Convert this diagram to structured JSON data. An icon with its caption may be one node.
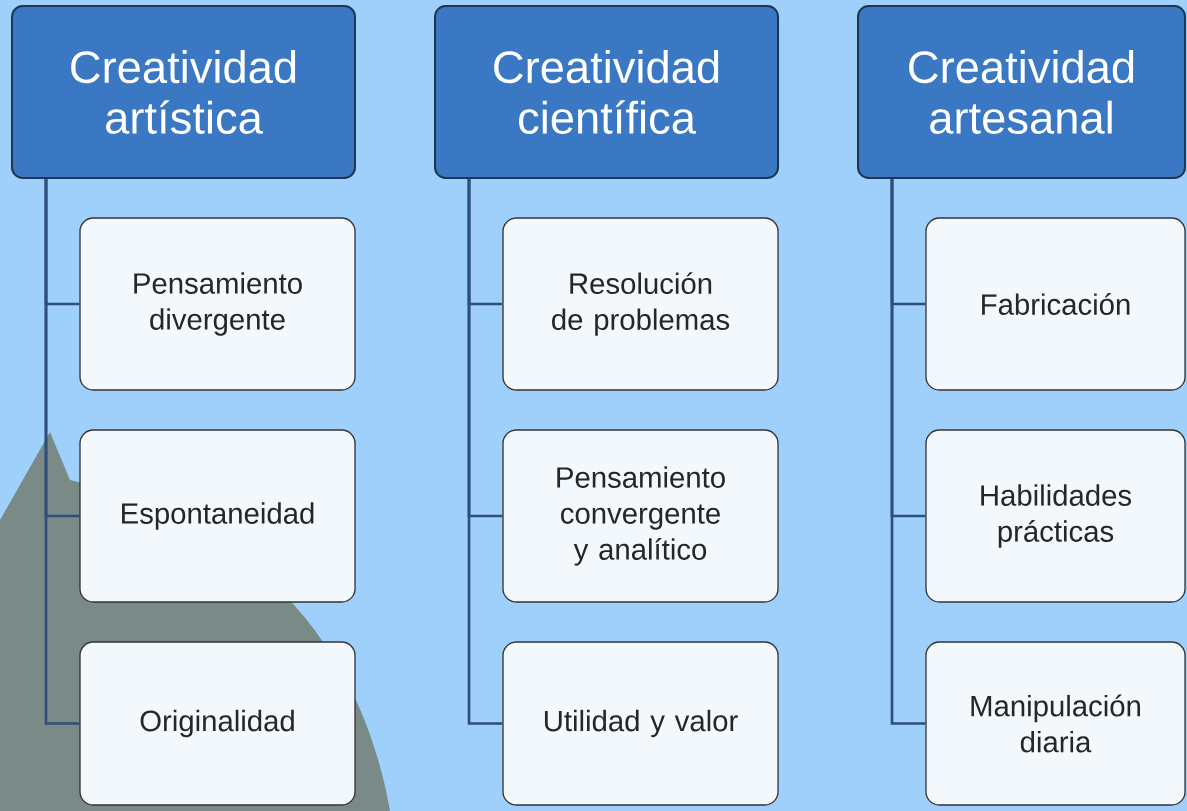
{
  "diagram": {
    "nodes": [
      {
        "text": [
          "Creatividad artística"
        ]
      },
      {
        "text": [
          "Pensamiento divergente"
        ]
      },
      {
        "text": [
          "Espontaneidad"
        ]
      },
      {
        "text": [
          "Originalidad"
        ]
      },
      {
        "text": [
          "Creatividad científica"
        ]
      },
      {
        "text": [
          "Resolución de problemas"
        ]
      },
      {
        "text": [
          "Pensamiento convergente y analítico"
        ]
      },
      {
        "text": [
          "Utilidad y valor"
        ]
      },
      {
        "text": [
          "Creatividad artesanal"
        ]
      },
      {
        "text": [
          "Fabricación"
        ]
      },
      {
        "text": [
          "Habilidades prácticas"
        ]
      },
      {
        "text": [
          "Manipulación diaria"
        ]
      }
    ],
    "edges": [
      {
        "from": 0,
        "to": 1,
        "arrow": "none"
      },
      {
        "from": 0,
        "to": 2,
        "arrow": "none"
      },
      {
        "from": 0,
        "to": 3,
        "arrow": "none"
      },
      {
        "from": 4,
        "to": 5,
        "arrow": "none"
      },
      {
        "from": 4,
        "to": 6,
        "arrow": "none"
      },
      {
        "from": 4,
        "to": 7,
        "arrow": "none"
      },
      {
        "from": 8,
        "to": 9,
        "arrow": "none"
      },
      {
        "from": 8,
        "to": 10,
        "arrow": "none"
      },
      {
        "from": 8,
        "to": 11,
        "arrow": "none"
      }
    ]
  }
}
